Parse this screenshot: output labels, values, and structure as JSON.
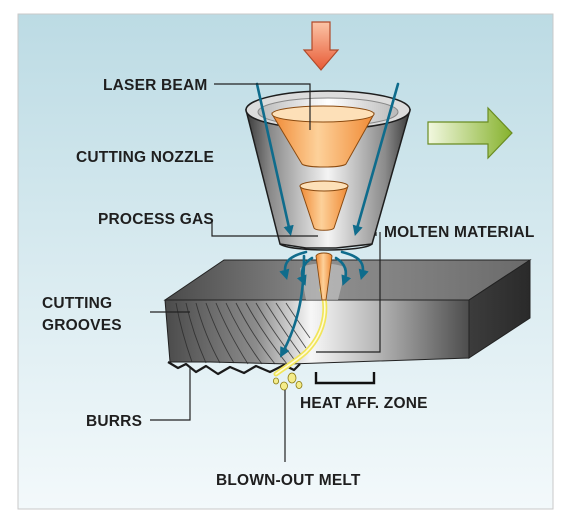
{
  "labels": {
    "laser_beam": "LASER BEAM",
    "cutting_nozzle": "CUTTING NOZZLE",
    "process_gas": "PROCESS GAS",
    "molten_material": "MOLTEN MATERIAL",
    "cutting_grooves_line1": "CUTTING",
    "cutting_grooves_line2": "GROOVES",
    "heat_affected_zone": "HEAT AFF. ZONE",
    "burrs": "BURRS",
    "blown_out_melt": "BLOWN-OUT MELT"
  },
  "colors": {
    "background_top": "#bcdbe4",
    "background_bottom": "#eef6f9",
    "laser_beam": "#f6a04a",
    "gas_arrow": "#0f6c8c",
    "melt": "#f3e86a",
    "down_arrow": "#f08a5d",
    "direction_arrow": "#9cc43a",
    "workpiece_dark": "#3e3e3e",
    "workpiece_light": "#e8e8e8"
  }
}
